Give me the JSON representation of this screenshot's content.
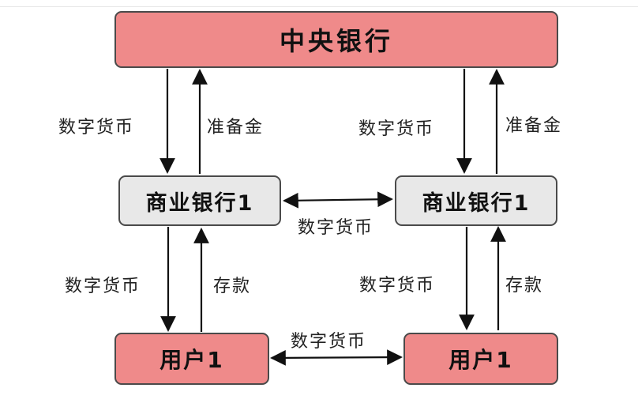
{
  "central_bank": {
    "label": "中央银行"
  },
  "commercial_banks": [
    {
      "label": "商业银行1"
    },
    {
      "label": "商业银行1"
    }
  ],
  "users": [
    {
      "label": "用户1"
    },
    {
      "label": "用户1"
    }
  ],
  "edge_labels": {
    "central_to_bank_left": "数字货币",
    "bank_to_central_left": "准备金",
    "central_to_bank_right": "数字货币",
    "bank_to_central_right": "准备金",
    "bank_to_bank": "数字货币",
    "bank_to_user_left": "数字货币",
    "user_to_bank_left": "存款",
    "bank_to_user_right": "数字货币",
    "user_to_bank_right": "存款",
    "user_to_user": "数字货币"
  },
  "colors": {
    "central_fill": "#ef8a8a",
    "bank_fill": "#e8e8e8",
    "user_fill": "#ef8a8a",
    "border": "#4a4a4a",
    "arrow": "#111111"
  }
}
